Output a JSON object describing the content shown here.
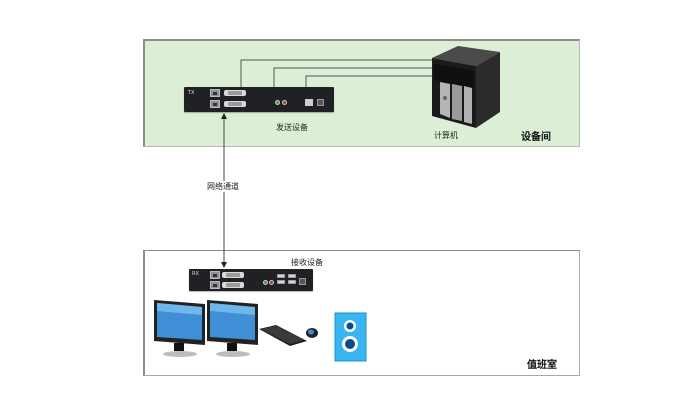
{
  "diagram": {
    "rooms": {
      "equipment_room": {
        "label": "设备间",
        "background": "#dcefd6"
      },
      "duty_room": {
        "label": "值班室",
        "background": "#ffffff"
      }
    },
    "devices": {
      "transmitter": {
        "label": "发送设备",
        "tag": "TX"
      },
      "receiver": {
        "label": "接收设备",
        "tag": "RX"
      },
      "computer": {
        "label": "计算机"
      }
    },
    "link": {
      "label": "网络通道"
    },
    "peripherals": [
      "monitor",
      "monitor",
      "keyboard",
      "mouse",
      "speaker"
    ],
    "colors": {
      "speaker": "#39b6ef",
      "monitor_screen": "#3e8fd6",
      "line": "#555555"
    }
  }
}
